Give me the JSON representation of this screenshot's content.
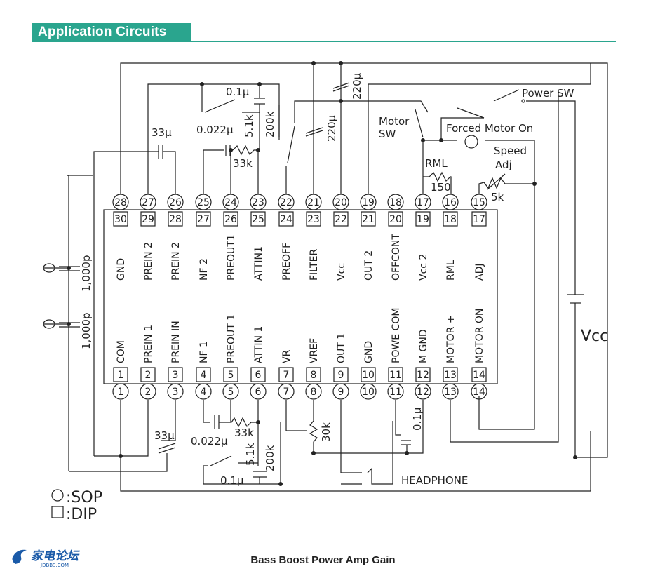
{
  "header": {
    "title": "Application Circuits",
    "accent_color": "#2aa58e"
  },
  "caption": "Bass Boost Power Amp Gain",
  "watermark": {
    "brand_text": "家电论坛",
    "sub_text": "JDBBS.COM",
    "color": "#1a5aa8"
  },
  "legend": {
    "sop": ":SOP",
    "dip": ":DIP"
  },
  "chip": {
    "top_pins": [
      {
        "sop": "28",
        "dip": "30",
        "name": "GND"
      },
      {
        "sop": "27",
        "dip": "29",
        "name": "PREIN 2"
      },
      {
        "sop": "26",
        "dip": "28",
        "name": "PREIN 2"
      },
      {
        "sop": "25",
        "dip": "27",
        "name": "NF 2"
      },
      {
        "sop": "24",
        "dip": "26",
        "name": "PREOUT1"
      },
      {
        "sop": "23",
        "dip": "25",
        "name": "ATTIN1"
      },
      {
        "sop": "22",
        "dip": "24",
        "name": "PREOFF"
      },
      {
        "sop": "21",
        "dip": "23",
        "name": "FILTER"
      },
      {
        "sop": "20",
        "dip": "22",
        "name": "Vcc"
      },
      {
        "sop": "19",
        "dip": "21",
        "name": "OUT 2"
      },
      {
        "sop": "18",
        "dip": "20",
        "name": "OFFCONT"
      },
      {
        "sop": "17",
        "dip": "19",
        "name": "Vcc 2"
      },
      {
        "sop": "16",
        "dip": "18",
        "name": "RML"
      },
      {
        "sop": "15",
        "dip": "17",
        "name": "ADJ"
      }
    ],
    "bottom_pins": [
      {
        "sop": "1",
        "dip": "1",
        "name": "COM"
      },
      {
        "sop": "2",
        "dip": "2",
        "name": "PREIN 1"
      },
      {
        "sop": "3",
        "dip": "3",
        "name": "PREIN IN"
      },
      {
        "sop": "4",
        "dip": "4",
        "name": "NF 1"
      },
      {
        "sop": "5",
        "dip": "5",
        "name": "PREOUT 1"
      },
      {
        "sop": "6",
        "dip": "6",
        "name": "ATTIN 1"
      },
      {
        "sop": "7",
        "dip": "7",
        "name": "VR"
      },
      {
        "sop": "8",
        "dip": "8",
        "name": "VREF"
      },
      {
        "sop": "9",
        "dip": "9",
        "name": "OUT 1"
      },
      {
        "sop": "10",
        "dip": "10",
        "name": "GND"
      },
      {
        "sop": "11",
        "dip": "11",
        "name": "POWE COM"
      },
      {
        "sop": "12",
        "dip": "12",
        "name": "M GND"
      },
      {
        "sop": "13",
        "dip": "13",
        "name": "MOTOR +"
      },
      {
        "sop": "14",
        "dip": "14",
        "name": "MOTOR ON"
      }
    ]
  },
  "labels": {
    "power_sw": "Power SW",
    "motor_sw_1": "Motor",
    "motor_sw_2": "SW",
    "forced_motor": "Forced Motor On",
    "speed_adj_1": "Speed",
    "speed_adj_2": "Adj",
    "rml": "RML",
    "r150": "150",
    "r5k": "5k",
    "vcc": "Vcc",
    "c220_top": "220μ",
    "c220_mid": "220μ",
    "c01_top": "0.1μ",
    "r51k_top": "5.1k",
    "r200k_top": "200k",
    "c0022_top": "0.022μ",
    "r33k_top": "33k",
    "c33_top": "33μ",
    "c1000_a": "1,000p",
    "c1000_b": "1,000p",
    "c33_bot": "33μ",
    "c0022_bot": "0.022μ",
    "r33k_bot": "33k",
    "r51k_bot": "5.1k",
    "r200k_bot": "200k",
    "c01_bot": "0.1μ",
    "r30k": "30k",
    "c01_side": "0.1μ",
    "headphone": "HEADPHONE"
  }
}
